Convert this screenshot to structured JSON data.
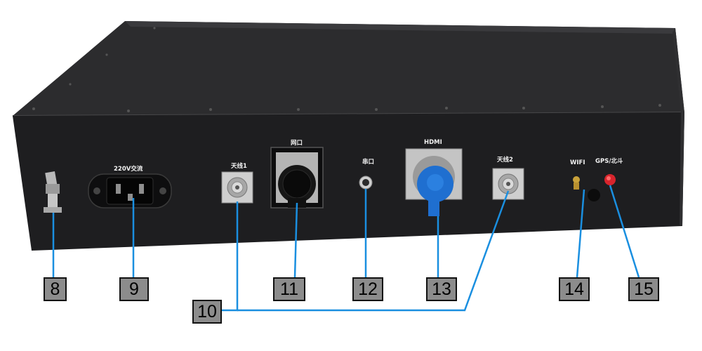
{
  "panel_labels": {
    "power": "220V交流",
    "antenna1": "天线1",
    "network": "网口",
    "serial": "串口",
    "hdmi": "HDMI",
    "antenna2": "天线2",
    "wifi": "WIFI",
    "gps": "GPS/北斗"
  },
  "callouts": {
    "n8": "8",
    "n9": "9",
    "n10": "10",
    "n11": "11",
    "n12": "12",
    "n13": "13",
    "n14": "14",
    "n15": "15"
  },
  "colors": {
    "chassis": "#1f1f21",
    "top_panel": "#2a2a2c",
    "leader_line": "#1a8fe0",
    "callout_fill": "#8c8c8c",
    "hdmi_cap": "#1f6fd0",
    "gps_cap": "#d8242c",
    "wifi_connector": "#c9a23a"
  }
}
